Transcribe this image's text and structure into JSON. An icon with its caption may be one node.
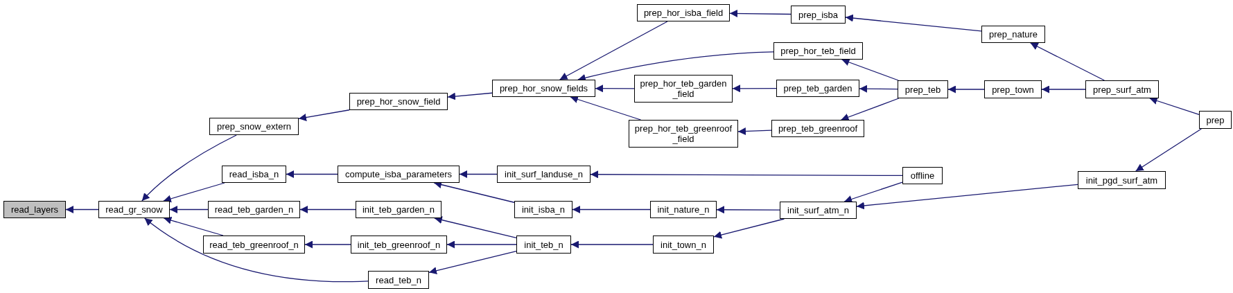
{
  "diagram": {
    "nodes": [
      {
        "text": [
          "read_layers"
        ]
      },
      {
        "text": [
          "read_gr_snow"
        ]
      },
      {
        "text": [
          "prep_snow_extern"
        ]
      },
      {
        "text": [
          "read_isba_n"
        ]
      },
      {
        "text": [
          "read_teb_garden_n"
        ]
      },
      {
        "text": [
          "read_teb_greenroof_n"
        ]
      },
      {
        "text": [
          "read_teb_n"
        ]
      },
      {
        "text": [
          "prep_hor_snow_field"
        ]
      },
      {
        "text": [
          "compute_isba_parameters"
        ]
      },
      {
        "text": [
          "init_teb_garden_n"
        ]
      },
      {
        "text": [
          "init_teb_greenroof_n"
        ]
      },
      {
        "text": [
          "prep_hor_snow_fields"
        ]
      },
      {
        "text": [
          "init_surf_landuse_n"
        ]
      },
      {
        "text": [
          "init_isba_n"
        ]
      },
      {
        "text": [
          "init_teb_n"
        ]
      },
      {
        "text": [
          "prep_hor_isba_field"
        ]
      },
      {
        "text": [
          "prep_hor_teb_garden_field"
        ]
      },
      {
        "text": [
          "prep_hor_teb_greenroof_field"
        ]
      },
      {
        "text": [
          "init_nature_n"
        ]
      },
      {
        "text": [
          "init_town_n"
        ]
      },
      {
        "text": [
          "prep_isba"
        ]
      },
      {
        "text": [
          "prep_hor_teb_field"
        ]
      },
      {
        "text": [
          "prep_teb_garden"
        ]
      },
      {
        "text": [
          "prep_teb_greenroof"
        ]
      },
      {
        "text": [
          "init_surf_atm_n"
        ]
      },
      {
        "text": [
          "prep_teb"
        ]
      },
      {
        "text": [
          "offline"
        ]
      },
      {
        "text": [
          "prep_nature"
        ]
      },
      {
        "text": [
          "prep_town"
        ]
      },
      {
        "text": [
          "prep_surf_atm"
        ]
      },
      {
        "text": [
          "init_pgd_surf_atm"
        ]
      },
      {
        "text": [
          "prep"
        ]
      }
    ],
    "edges": [
      {
        "from": 1,
        "to": 0,
        "arrow": "to"
      },
      {
        "from": 2,
        "to": 1,
        "arrow": "to"
      },
      {
        "from": 3,
        "to": 1,
        "arrow": "to"
      },
      {
        "from": 4,
        "to": 1,
        "arrow": "to"
      },
      {
        "from": 5,
        "to": 1,
        "arrow": "to"
      },
      {
        "from": 6,
        "to": 1,
        "arrow": "to"
      },
      {
        "from": 7,
        "to": 2,
        "arrow": "to"
      },
      {
        "from": 8,
        "to": 3,
        "arrow": "to"
      },
      {
        "from": 9,
        "to": 4,
        "arrow": "to"
      },
      {
        "from": 10,
        "to": 5,
        "arrow": "to"
      },
      {
        "from": 14,
        "to": 6,
        "arrow": "to"
      },
      {
        "from": 11,
        "to": 7,
        "arrow": "to"
      },
      {
        "from": 12,
        "to": 8,
        "arrow": "to"
      },
      {
        "from": 13,
        "to": 8,
        "arrow": "to"
      },
      {
        "from": 14,
        "to": 9,
        "arrow": "to"
      },
      {
        "from": 14,
        "to": 10,
        "arrow": "to"
      },
      {
        "from": 15,
        "to": 11,
        "arrow": "to"
      },
      {
        "from": 21,
        "to": 11,
        "arrow": "to"
      },
      {
        "from": 16,
        "to": 11,
        "arrow": "to"
      },
      {
        "from": 17,
        "to": 11,
        "arrow": "to"
      },
      {
        "from": 26,
        "to": 12,
        "arrow": "to"
      },
      {
        "from": 18,
        "to": 13,
        "arrow": "to"
      },
      {
        "from": 19,
        "to": 14,
        "arrow": "to"
      },
      {
        "from": 20,
        "to": 15,
        "arrow": "to"
      },
      {
        "from": 22,
        "to": 16,
        "arrow": "to"
      },
      {
        "from": 23,
        "to": 17,
        "arrow": "to"
      },
      {
        "from": 24,
        "to": 18,
        "arrow": "to"
      },
      {
        "from": 24,
        "to": 19,
        "arrow": "to"
      },
      {
        "from": 27,
        "to": 20,
        "arrow": "to"
      },
      {
        "from": 25,
        "to": 21,
        "arrow": "to"
      },
      {
        "from": 25,
        "to": 22,
        "arrow": "to"
      },
      {
        "from": 25,
        "to": 23,
        "arrow": "to"
      },
      {
        "from": 26,
        "to": 24,
        "arrow": "to"
      },
      {
        "from": 30,
        "to": 24,
        "arrow": "to"
      },
      {
        "from": 28,
        "to": 25,
        "arrow": "to"
      },
      {
        "from": 29,
        "to": 27,
        "arrow": "to"
      },
      {
        "from": 29,
        "to": 28,
        "arrow": "to"
      },
      {
        "from": 31,
        "to": 29,
        "arrow": "to"
      },
      {
        "from": 31,
        "to": 30,
        "arrow": "to"
      }
    ]
  }
}
